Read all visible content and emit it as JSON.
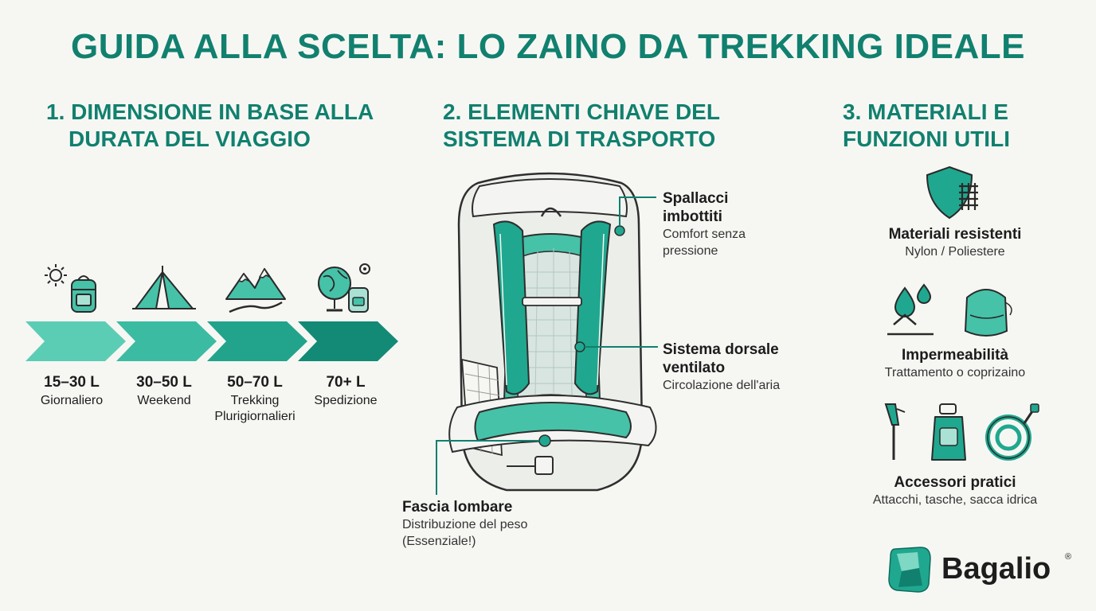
{
  "title": "GUIDA ALLA SCELTA: LO ZAINO DA TREKKING IDEALE",
  "sections": [
    {
      "title_line1": "1. DIMENSIONE IN BASE ALLA",
      "title_line2": "DURATA DEL VIAGGIO"
    },
    {
      "title_line1": "2. ELEMENTI CHIAVE DEL",
      "title_line2": "SISTEMA DI TRASPORTO"
    },
    {
      "title_line1": "3. MATERIALI E",
      "title_line2": "FUNZIONI UTILI"
    }
  ],
  "sizes": [
    {
      "value": "15–30 L",
      "label": "Giornaliero",
      "label2": "",
      "icon": "daypack-sun-icon"
    },
    {
      "value": "30–50 L",
      "label": "Weekend",
      "label2": "",
      "icon": "tent-icon"
    },
    {
      "value": "50–70 L",
      "label": "Trekking",
      "label2": "Plurigiornalieri",
      "icon": "mountains-trail-icon"
    },
    {
      "value": "70+ L",
      "label": "Spedizione",
      "label2": "",
      "icon": "globe-pack-icon"
    }
  ],
  "callouts": {
    "shoulder": {
      "title1": "Spallacci",
      "title2": "imbottiti",
      "sub1": "Comfort senza",
      "sub2": "pressione"
    },
    "back": {
      "title1": "Sistema dorsale",
      "title2": "ventilato",
      "sub1": "Circolazione dell'aria"
    },
    "hip": {
      "title1": "Fascia lombare",
      "sub1": "Distribuzione del peso",
      "sub2": "(Essenziale!)"
    }
  },
  "features": [
    {
      "title": "Materiali resistenti",
      "sub": "Nylon / Poliestere",
      "icon": "shield-fabric-icon"
    },
    {
      "title": "Impermeabilità",
      "sub": "Trattamento o coprizaino",
      "icon": "water-drop-icon"
    },
    {
      "title": "Accessori pratici",
      "sub": "Attacchi, tasche, sacca idrica",
      "icon": "trekking-pole-icon"
    }
  ],
  "brand": {
    "name": "Bagalio",
    "reg": "®"
  },
  "colors": {
    "teal_dark": "#11806f",
    "teal": "#1fa88f",
    "teal_light": "#46c2a8",
    "mint": "#a9e2d4"
  }
}
